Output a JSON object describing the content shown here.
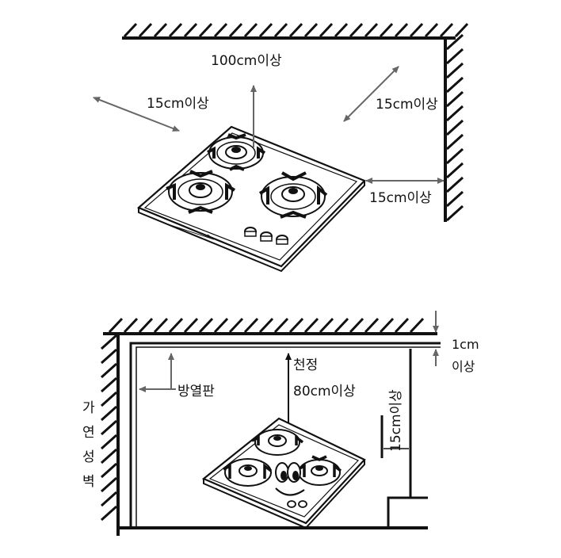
{
  "top_diagram": {
    "label_up": "100cm이상",
    "label_left": "15cm이상",
    "label_diag_right": "15cm이상",
    "label_right": "15cm이상"
  },
  "bottom_diagram": {
    "label_gap_num": "1cm",
    "label_gap_unit": "이상",
    "label_ceiling": "천정",
    "label_ceiling_dist": "80cm이상",
    "label_heat_shield": "방열판",
    "label_side_dist": "15cm이상",
    "label_flammable_wall": [
      "가",
      "연",
      "성",
      "벽"
    ]
  }
}
